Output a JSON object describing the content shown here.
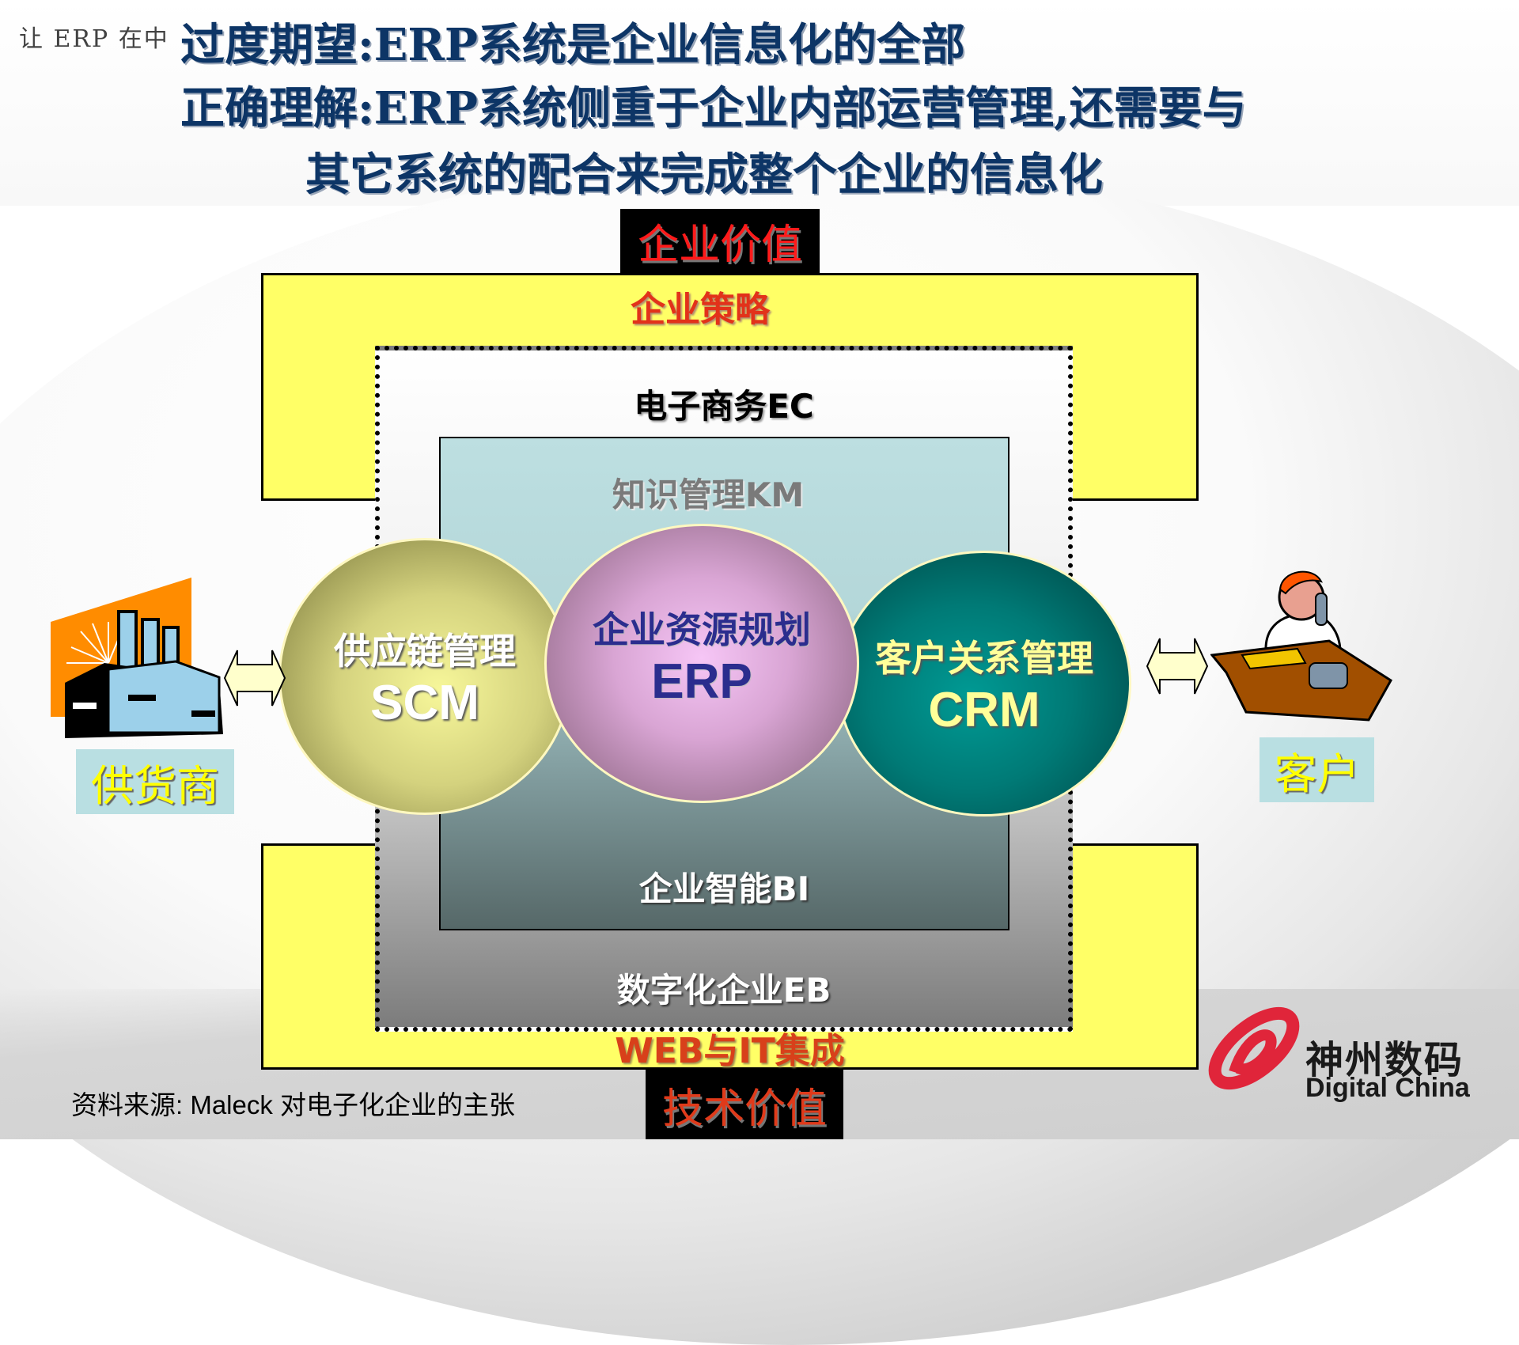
{
  "header": {
    "corner_logo": "让 ERP 在中",
    "title_line1": "过度期望:ERP系统是企业信息化的全部",
    "title_line2": "正确理解:ERP系统侧重于企业内部运营管理,还需要与",
    "title_line3": "其它系统的配合来完成整个企业的信息化"
  },
  "diagram": {
    "top_value": "企业价值",
    "bottom_value": "技术价值",
    "outer_top_label": "企业策略",
    "outer_bottom_label": "WEB与IT集成",
    "ec_label": "电子商务EC",
    "km_label": "知识管理KM",
    "bi_label": "企业智能BI",
    "eb_label": "数字化企业EB",
    "modules": [
      {
        "cn": "供应链管理",
        "en": "SCM"
      },
      {
        "cn": "企业资源规划",
        "en": "ERP"
      },
      {
        "cn": "客户关系管理",
        "en": "CRM"
      }
    ],
    "left_entity": "供货商",
    "right_entity": "客户"
  },
  "footer": {
    "source": "资料来源: Maleck 对电子化企业的主张",
    "brand_cn": "神州数码",
    "brand_en": "Digital China"
  },
  "colors": {
    "title": "#0d3566",
    "yellow_frame": "#ffff66",
    "value_red": "#ff1a1a",
    "caption_bg": "#b9dfe2",
    "caption_text": "#ffff00",
    "brand_red": "#e0253a"
  }
}
